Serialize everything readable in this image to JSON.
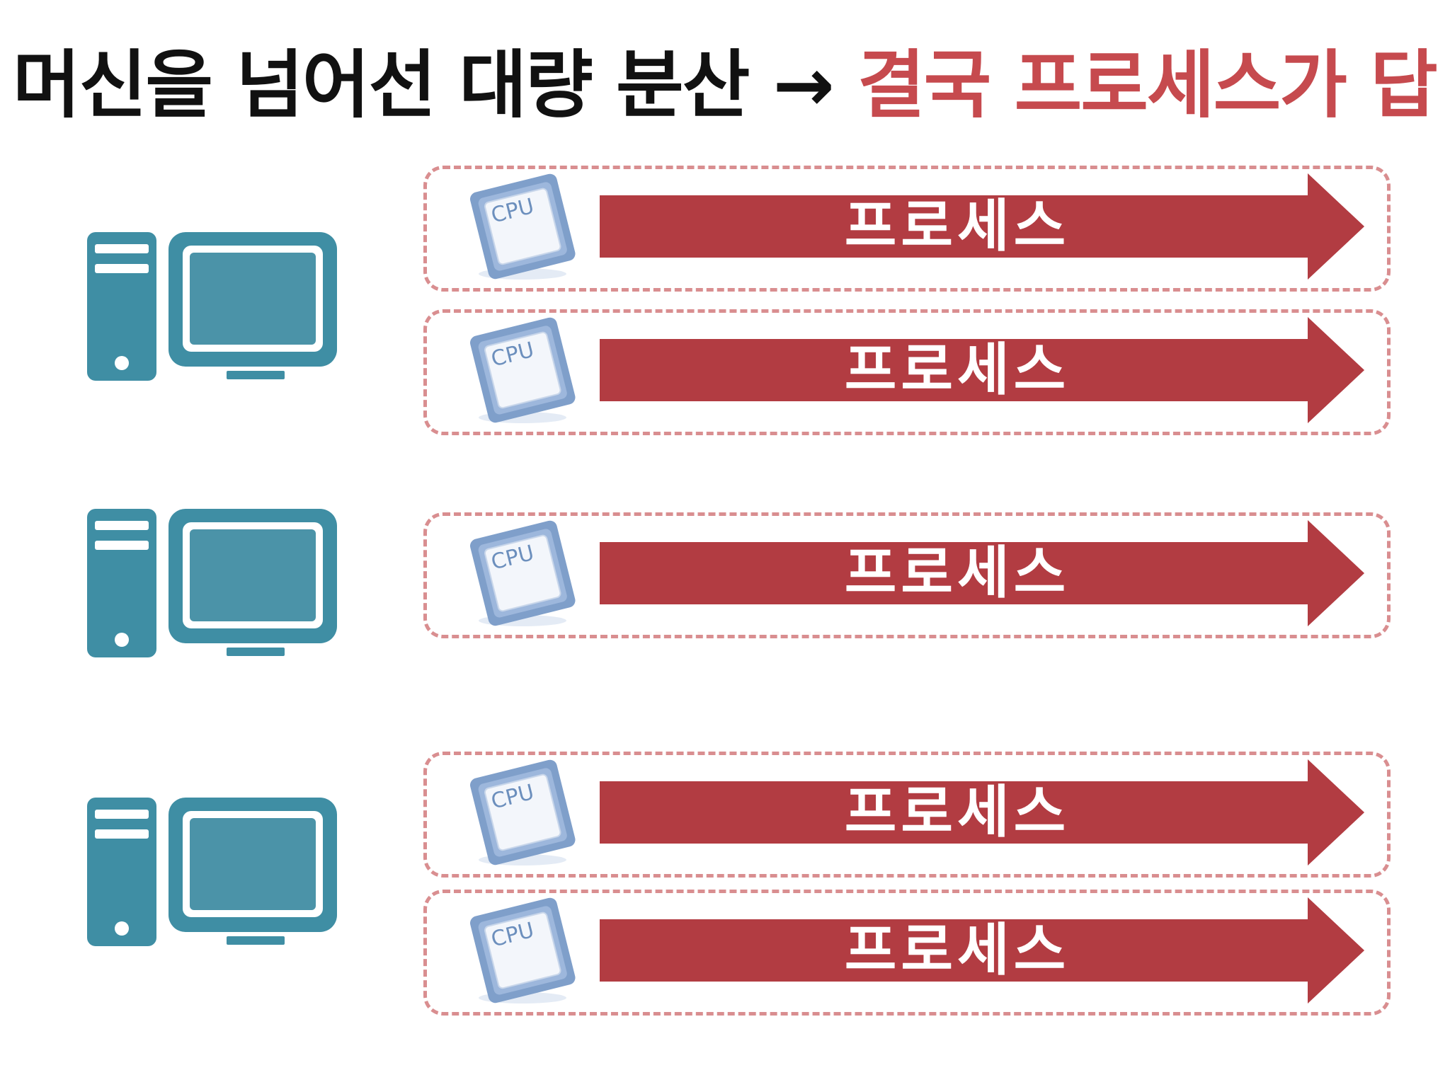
{
  "title": {
    "left": "머신을 넘어선 대량 분산",
    "arrow": "→",
    "right": "결국 프로세스가 답"
  },
  "colors": {
    "title_text": "#111111",
    "title_accent": "#c64a4e",
    "machine_icon": "#3f8ea4",
    "dashed_border": "#d98e90",
    "arrow_fill": "#a9353c",
    "cpu_chip": "#7f9fca"
  },
  "icons": {
    "machine": "desktop-computer-icon",
    "cpu": "cpu-chip-icon"
  },
  "machines": [
    {
      "processes": [
        {
          "cpu_label": "CPU",
          "label": "프로세스"
        },
        {
          "cpu_label": "CPU",
          "label": "프로세스"
        }
      ]
    },
    {
      "processes": [
        {
          "cpu_label": "CPU",
          "label": "프로세스"
        }
      ]
    },
    {
      "processes": [
        {
          "cpu_label": "CPU",
          "label": "프로세스"
        },
        {
          "cpu_label": "CPU",
          "label": "프로세스"
        }
      ]
    }
  ]
}
